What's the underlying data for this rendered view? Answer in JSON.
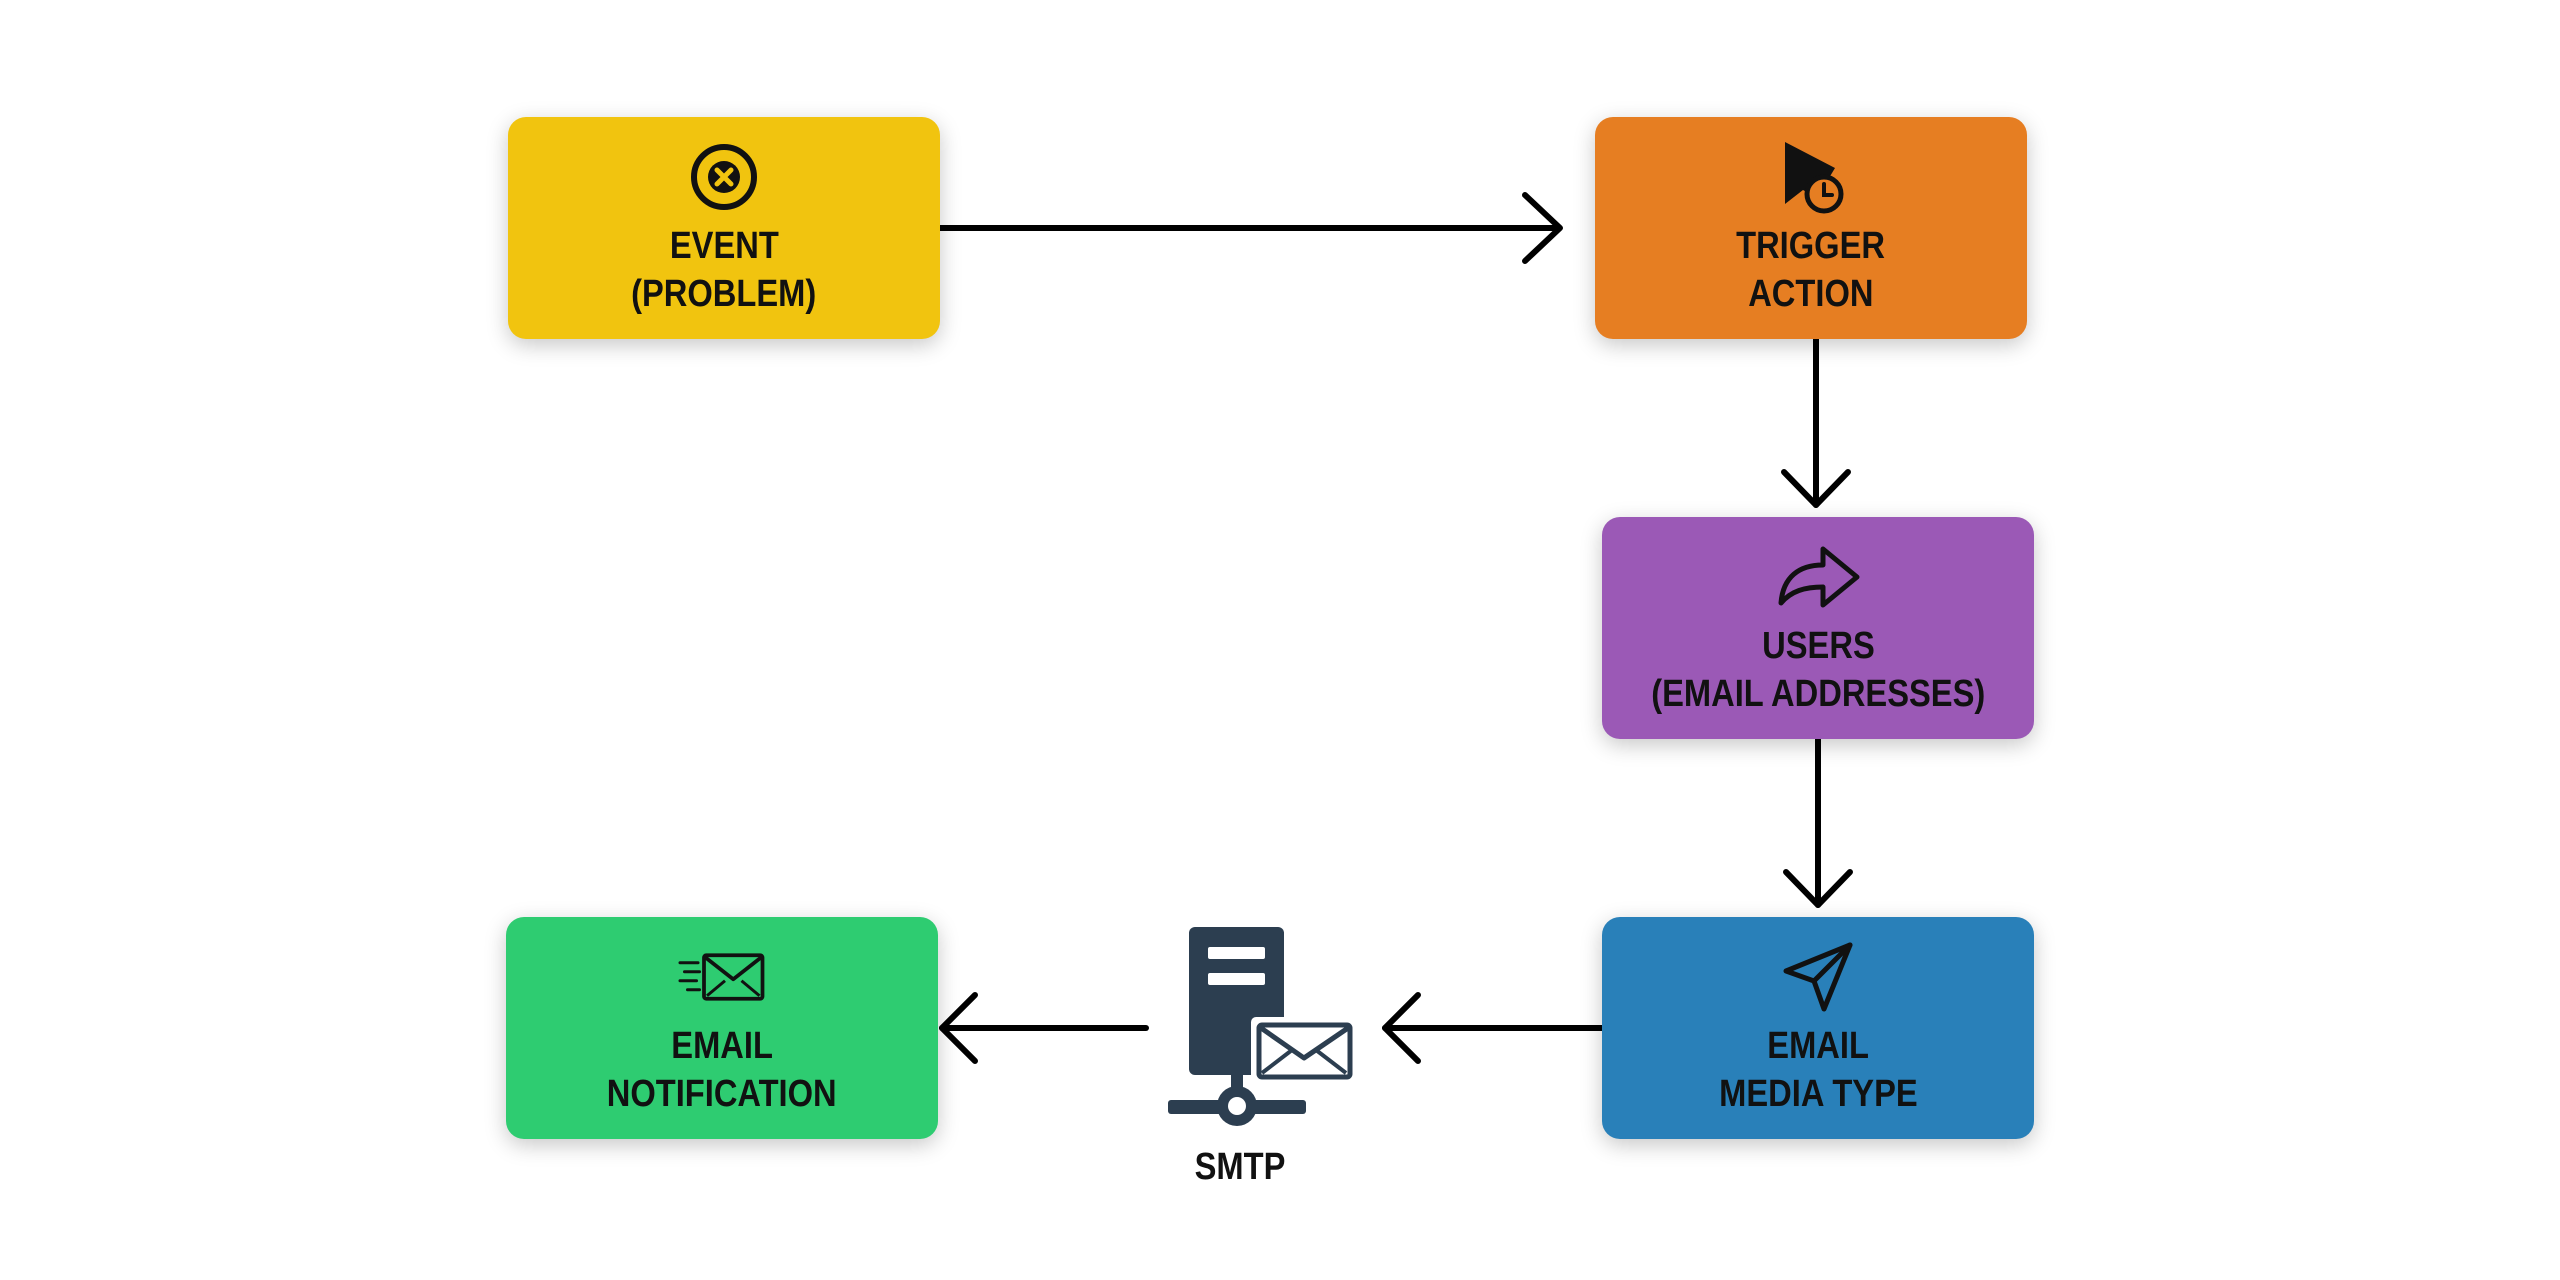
{
  "colors": {
    "event": "#f1c40f",
    "trigger": "#e67e22",
    "users": "#9b59b6",
    "media": "#2980b9",
    "notify": "#2ecc71",
    "server": "#2c3e50",
    "arrow": "#000000"
  },
  "nodes": {
    "event": {
      "icon": "close-circle-icon",
      "line1": "EVENT",
      "line2": "(PROBLEM)"
    },
    "trigger": {
      "icon": "cursor-clock-icon",
      "line1": "TRIGGER",
      "line2": "ACTION"
    },
    "users": {
      "icon": "share-arrow-icon",
      "line1": "USERS",
      "line2": "(EMAIL ADDRESSES)"
    },
    "media": {
      "icon": "paper-plane-icon",
      "line1": "EMAIL",
      "line2": "MEDIA TYPE"
    },
    "notify": {
      "icon": "fast-email-icon",
      "line1": "EMAIL",
      "line2": "NOTIFICATION"
    }
  },
  "smtp": {
    "icon": "mail-server-icon",
    "label": "SMTP"
  },
  "edges": [
    {
      "from": "event",
      "to": "trigger"
    },
    {
      "from": "trigger",
      "to": "users"
    },
    {
      "from": "users",
      "to": "media"
    },
    {
      "from": "media",
      "to": "smtp"
    },
    {
      "from": "smtp",
      "to": "notify"
    }
  ]
}
